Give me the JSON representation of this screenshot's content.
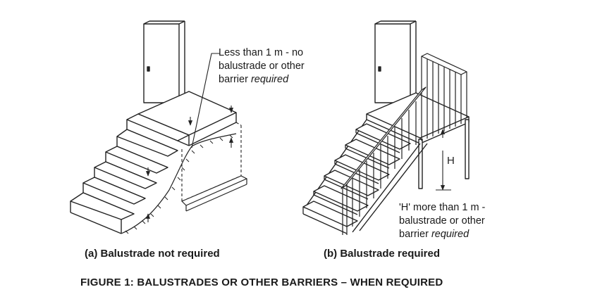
{
  "figure": {
    "title": "FIGURE 1: BALUSTRADES OR OTHER BARRIERS – WHEN REQUIRED"
  },
  "panel_a": {
    "caption": "(a) Balustrade not required",
    "note_line1": "Less than 1 m -  no",
    "note_line2": "balustrade or other",
    "note_line3_plain": "barrier ",
    "note_line3_italic": "required"
  },
  "panel_b": {
    "caption": "(b) Balustrade required",
    "dimension_label": "H",
    "note_line1": "'H' more than 1 m -",
    "note_line2": "balustrade or other",
    "note_line3_plain": "barrier ",
    "note_line3_italic": "required"
  }
}
